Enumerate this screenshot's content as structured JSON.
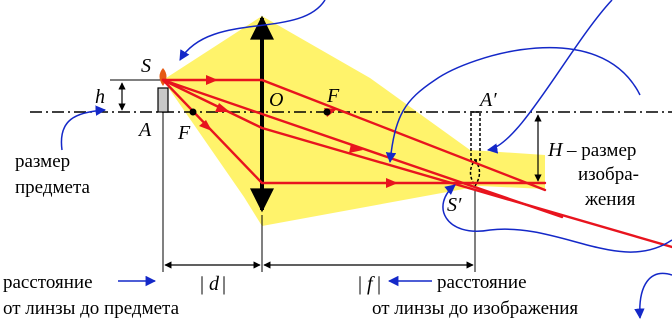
{
  "diagram": {
    "labels": {
      "S": "S",
      "h": "h",
      "O": "O",
      "F_right": "F",
      "F_left": "F",
      "A": "A",
      "A_prime": "A′",
      "S_prime": "S′",
      "H": "H",
      "H_desc_1": "– размер",
      "H_desc_2": "изобра-",
      "H_desc_3": "жения",
      "object_size_1": "размер",
      "object_size_2": "предмета",
      "d": "d",
      "f": "f",
      "object_distance_1": "расстояние",
      "object_distance_2": "от линзы до предмета",
      "image_distance_1": "расстояние",
      "image_distance_2": "от линзы до изображения"
    },
    "colors": {
      "rays": "#e8141e",
      "beam": "#fff36b",
      "annotation_arrows": "#1428c8",
      "source": "#e65a14",
      "object": "#c8c8c8"
    }
  }
}
